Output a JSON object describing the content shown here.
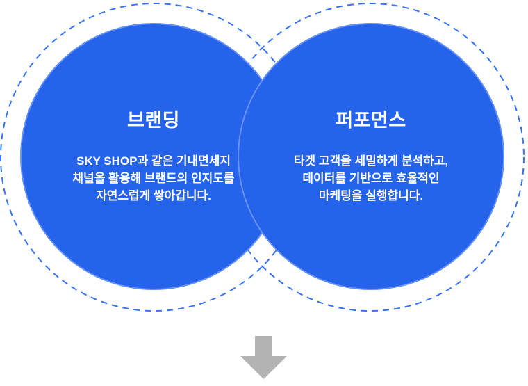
{
  "colors": {
    "background": "#ffffff",
    "circle-fill": "#2563eb",
    "dash-stroke": "#3572f4",
    "text": "#ffffff",
    "arrow": "#b3b3b3"
  },
  "diagram": {
    "left_circle": {
      "title": "브랜딩",
      "lines": [
        "SKY SHOP과 같은 기내면세지",
        "채널을 활용해 브랜드의 인지도를",
        "자연스럽게 쌓아갑니다."
      ]
    },
    "right_circle": {
      "title": "퍼포먼스",
      "lines": [
        "타겟 고객을 세밀하게 분석하고,",
        "데이터를 기반으로 효율적인",
        "마케팅을 실행합니다."
      ]
    }
  }
}
